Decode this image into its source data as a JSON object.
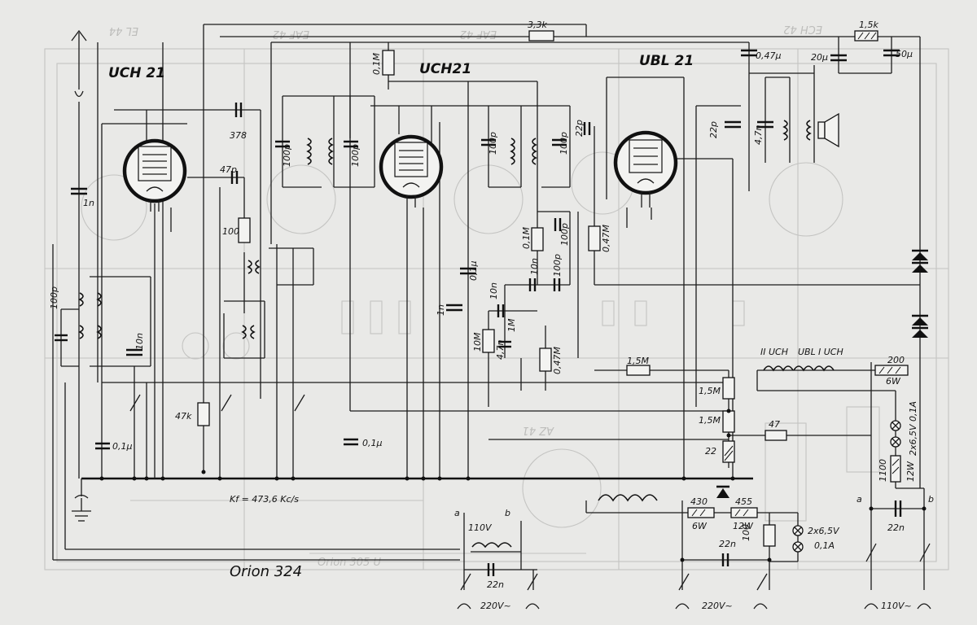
{
  "title": "Orion 324",
  "tubes": [
    {
      "id": "t1",
      "label": "UCH 21"
    },
    {
      "id": "t2",
      "label": "UCH21"
    },
    {
      "id": "t3",
      "label": "UBL 21"
    }
  ],
  "labels": {
    "c378": "378",
    "c47p": "47p",
    "r100": "100",
    "c1n": "1n",
    "c100p_left": "100p",
    "c10n_left": "10n",
    "r47k": "47k",
    "c01_left": "0,1µ",
    "c01_mid": "0,1µ",
    "kf": "Kf = 473,6 Kc/s",
    "c100p_if1a": "100p",
    "c100p_if1b": "100p",
    "r01m_top": "0,1M",
    "c01_mid2": "0,1µ",
    "c1n_mid": "1n",
    "c100p_if2a": "100p",
    "c100p_if2b": "100p",
    "c22p_a": "22p",
    "r01m_b": "0,1M",
    "c100p_c": "100p",
    "r047m_a": "0,47M",
    "c10n_a": "10n",
    "c100p_d": "100p",
    "c10n_b": "10n",
    "r10m": "10M",
    "c47n": "4,7n",
    "pot1m": "1M",
    "r047m_b": "0,47M",
    "r33k": "3,3k",
    "c047": "0,47µ",
    "c47n_out": "4,7n",
    "c22p_b": "22p",
    "r15k": "1,5k",
    "c20": "20µ",
    "c50": "50µ",
    "r15m_a": "1,5M",
    "r15m_b": "1,5M",
    "r15m_c": "1,5M",
    "r22": "22",
    "r47": "47",
    "heat1": "II UCH",
    "heat2": "UBL",
    "heat3": "I UCH",
    "r200": "200",
    "r200w": "6W",
    "lamp1": "2x6,5V 0,1A",
    "r1100": "1100",
    "r1100w": "12W",
    "node_a": "a",
    "node_b": "b",
    "c22n_r": "22n",
    "v110_r": "110V~",
    "r430": "430",
    "r430w": "6W",
    "r455": "455",
    "r455w": "12W",
    "r100b": "100",
    "c22n_b": "22n",
    "lamp2a": "2x6,5V",
    "lamp2b": "0,1A",
    "v220_b": "220V~",
    "node_a2": "a",
    "node_b2": "b",
    "v110_l": "110V",
    "c22n_l": "22n",
    "v220_l": "220V~"
  },
  "ghost_text": [
    "EL 44",
    "EAF 42",
    "EAF 42",
    "ECH 42",
    "AZ 41",
    "Orion 305 U"
  ]
}
